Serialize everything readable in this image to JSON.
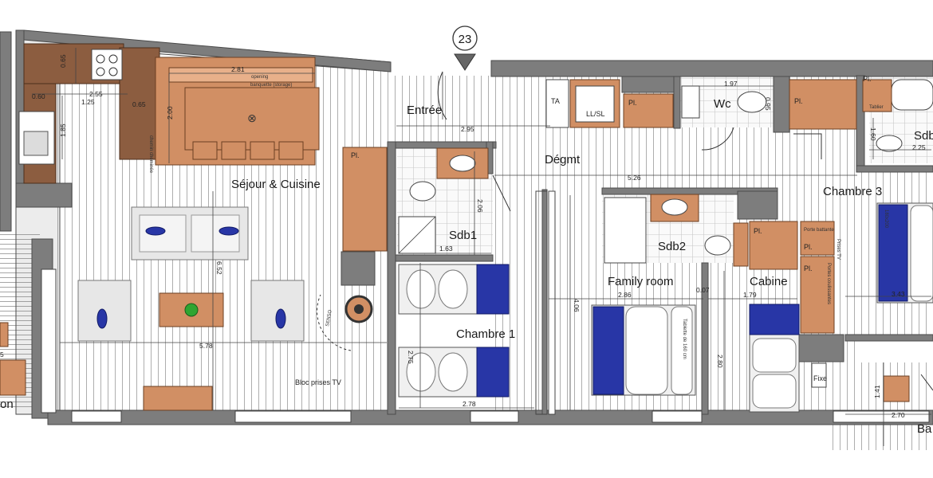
{
  "plan": {
    "unit_marker": "23",
    "rooms": {
      "entree": "Entrée",
      "sejour": "Séjour & Cuisine",
      "degmt": "Dégmt",
      "wc": "Wc",
      "sdb1": "Sdb1",
      "sdb2": "Sdb2",
      "sdb3": "Sdb",
      "chambre1": "Chambre 1",
      "chambre3": "Chambre 3",
      "family": "Family room",
      "cabine": "Cabine",
      "balcon_left": "on",
      "balcon_right": "Ba"
    },
    "labels": {
      "ta": "TA",
      "llsl": "LL/SL",
      "pl": "Pl.",
      "tablier": "Tablier",
      "fixe": "Fixe",
      "bloc_prises": "Bloc prises TV",
      "senso": "SENSO",
      "opening": "opening",
      "banquette": "banquette (storage)",
      "tablette": "Tablette de 160 cm",
      "bed_180": "180x200",
      "porte_battante": "Porte battante",
      "prises_tv": "Prises TV",
      "portes_coulissantes": "Portes coulissantes",
      "chemin_cheminee": "chemin cheminée"
    },
    "dimensions": {
      "d_065": "0.65",
      "d_060": "0.60",
      "d_255": "2.55",
      "d_125": "1.25",
      "d_065b": "0.65",
      "d_185": "1.85",
      "d_281": "2.81",
      "d_200": "2.00",
      "d_295": "2.95",
      "d_652": "6.52",
      "d_578": "5.78",
      "d_206": "2.06",
      "d_163": "1.63",
      "d_275": "2.75",
      "d_278": "2.78",
      "d_526": "5.26",
      "d_197": "1.97",
      "d_095": "0.95",
      "d_160": "1.60",
      "d_225": "2.25",
      "d_286": "2.86",
      "d_007": "0.07",
      "d_179": "1.79",
      "d_406": "4.06",
      "d_280": "2.80",
      "d_343": "3.43",
      "d_141": "1.41",
      "d_270": "2.70",
      "d_5": "5"
    }
  }
}
